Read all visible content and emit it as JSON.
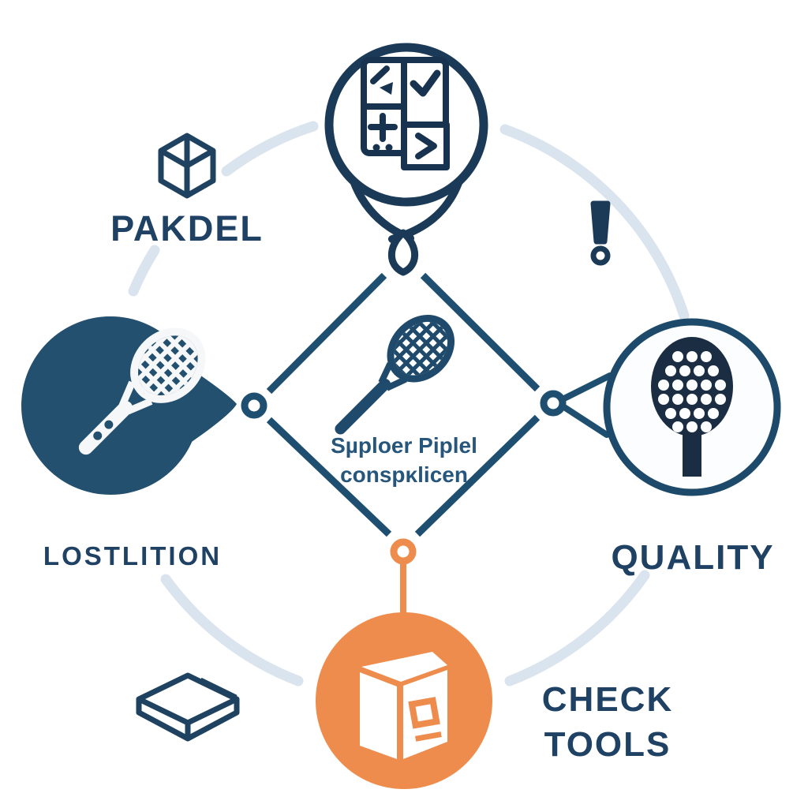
{
  "labels": {
    "pakdel": "PAKDEL",
    "lostlition": "LOSTLITION",
    "quality": "QUALITY",
    "check_tools_line1": "CHECK",
    "check_tools_line2": "TOOLS"
  },
  "center_caption": {
    "line1": "Sµploer Piplel",
    "line2": "conspκlicen"
  },
  "icons": {
    "top": "checklist-grid-balloon-icon",
    "top_left": "cube-outline-icon",
    "top_right": "exclamation-mark-icon",
    "left": "white-padel-racket-bubble-icon",
    "right": "padel-paddle-circle-icon",
    "center": "tennis-racket-icon",
    "bottom": "package-box-icon",
    "bottom_left": "flat-box-icon"
  },
  "colors": {
    "background": "#ffffff",
    "navy_dark": "#1b3a58",
    "navy_icon": "#1e4260",
    "connector_blue": "#1f4f70",
    "bubble_steel_blue": "#23506e",
    "paddle_dark": "#1b2d42",
    "label_text": "#1f4164",
    "center_text": "#27567c",
    "orange": "#ee8c4d",
    "orbit_arc": "#dae4ee"
  }
}
